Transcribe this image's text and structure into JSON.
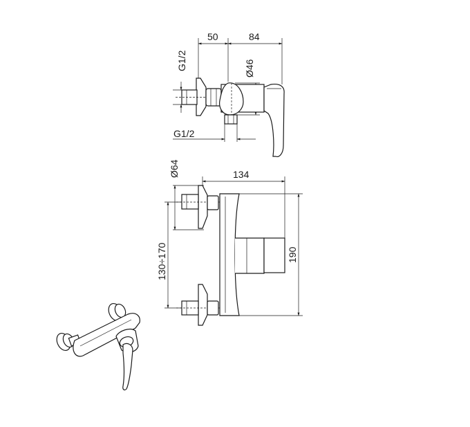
{
  "dimensions": {
    "top_view": {
      "inlet_thread_upper": "G1/2",
      "inlet_thread_lower": "G1/2",
      "depth_to_axis": "50",
      "depth_to_front": "84",
      "knob_diameter": "Ø46"
    },
    "front_view": {
      "flange_diameter": "Ø64",
      "total_width": "134",
      "center_distance": "130÷170",
      "total_height": "190"
    }
  },
  "colors": {
    "line": "#1a1a1a",
    "background": "#ffffff"
  }
}
